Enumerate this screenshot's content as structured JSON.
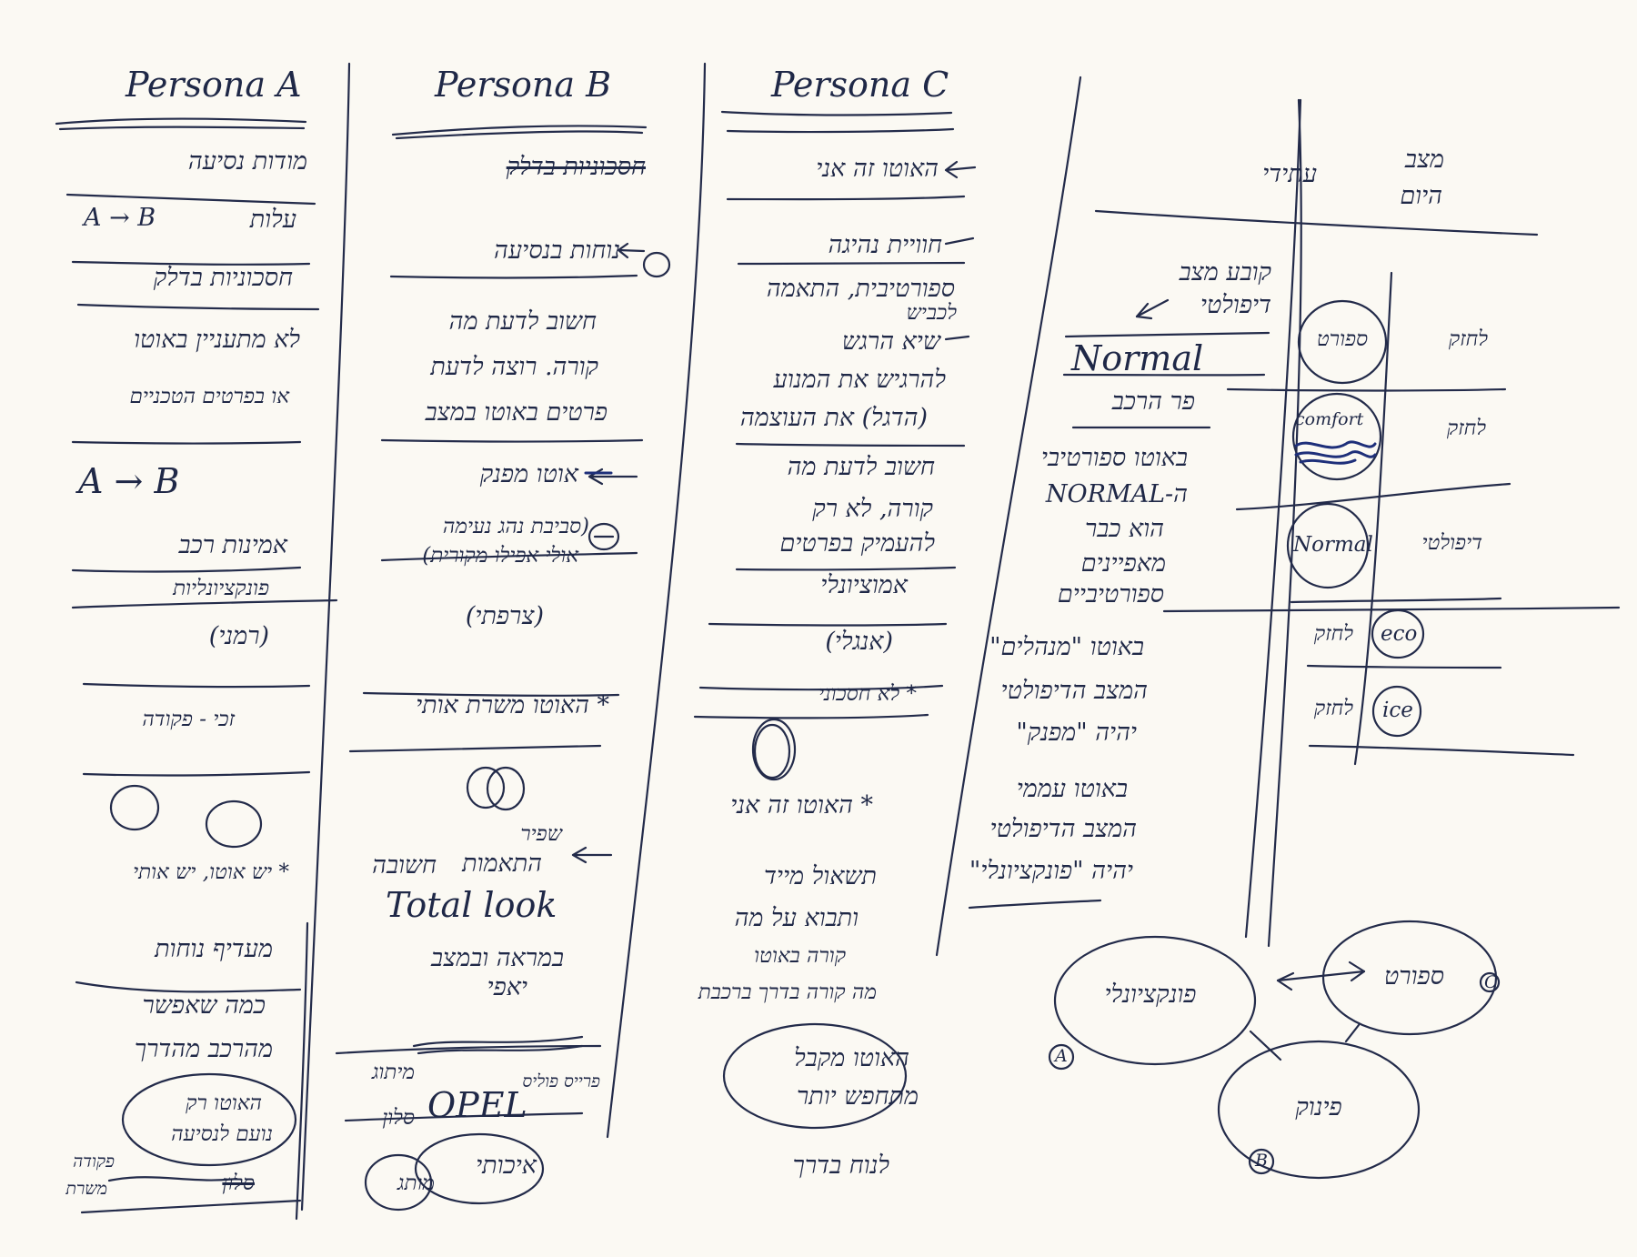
{
  "columns": {
    "a": {
      "title": "Persona A",
      "items": [
        "מודות נסיעה",
        "עלות",
        "A → B",
        "חסכוניות בדלק",
        "לא מתעניין באוטו",
        "או בפרטים הטכניים",
        "A → B",
        "אמינות רכב",
        "פונקציונליות",
        "(רמני)",
        "זכי - פקודה",
        "* יש אוטו, יש אותי",
        "מעדיף נוחות",
        "כמה שאפשר",
        "מהרכב מהדרך",
        "האוטו רק",
        "נועם לנסיעה",
        "פקודה",
        "משרת",
        "סלון"
      ]
    },
    "b": {
      "title": "Persona B",
      "items": [
        "חסכוניות בדלק",
        "נוחות בנסיעה",
        "חשוב לדעת מה",
        "קורה. רוצה לדעת",
        "פרטים באוטו במצב",
        "אוטו מפנק",
        "(סביבת נהג נעימה",
        "אולי אפילו מקורית)",
        "(צרפתי)",
        "* האוטו משרת אותי",
        "התאמות",
        "שפיר",
        "חשובה",
        "Total look",
        "במראה ובמצב",
        "יאפי",
        "פרייס פוליס",
        "מיתוג",
        "OPEL",
        "סלון",
        "איכותי",
        "מותג"
      ]
    },
    "c": {
      "title": "Persona C",
      "items": [
        "האוטו זה אני",
        "חוויית נהיגה",
        "ספורטיבית, התאמה",
        "לכביש",
        "שיא הרגש",
        "להרגיש את המנוע",
        "(הדגל) את העוצמה",
        "חשוב לדעת מה",
        "קורה, לא רק",
        "להעמיק בפרטים",
        "אמוציונלי",
        "(אנגלי)",
        "* לא חסכוני",
        "* האוטו זה אני",
        "תשאול מייד",
        "ותבוא על מה",
        "קורה באוטו",
        "מה קורה בדרך ברכבת",
        "האוטו מקבל",
        "מתחפש יותר",
        "לנוח בדרך"
      ]
    },
    "d": {
      "items": [
        "קובע מצב",
        "דיפולטי",
        "Normal",
        "פר הרכב",
        "באוטו ספורטיבי",
        "ה-NORMAL",
        "הוא כבר",
        "מאפיינים",
        "ספורטיביים",
        "באוטו \"מנהלים\"",
        "המצב הדיפולטי",
        "יהיה \"מפנק\"",
        "באוטו עממי",
        "המצב הדיפולטי",
        "יהיה \"פונקציונלי\""
      ]
    },
    "e": {
      "headers": [
        "מצב",
        "היום",
        "עתידי"
      ],
      "rows": [
        {
          "mode": "ספורט",
          "future": "לחזק"
        },
        {
          "mode": "comfort",
          "future": "לחזק"
        },
        {
          "mode": "Normal",
          "future": "דיפולטי"
        },
        {
          "mode": "eco",
          "future": "לחזק"
        },
        {
          "mode": "ice",
          "future": "לחזק"
        }
      ]
    }
  },
  "venn": {
    "nodes": [
      {
        "label": "פונקציונלי",
        "tag": "A"
      },
      {
        "label": "ספורט",
        "tag": "C"
      },
      {
        "label": "פינוק",
        "tag": "B"
      }
    ]
  },
  "ink_colors": {
    "black": "#1f2847",
    "blue": "#1e2f7a",
    "paper": "#fbf9f3"
  }
}
